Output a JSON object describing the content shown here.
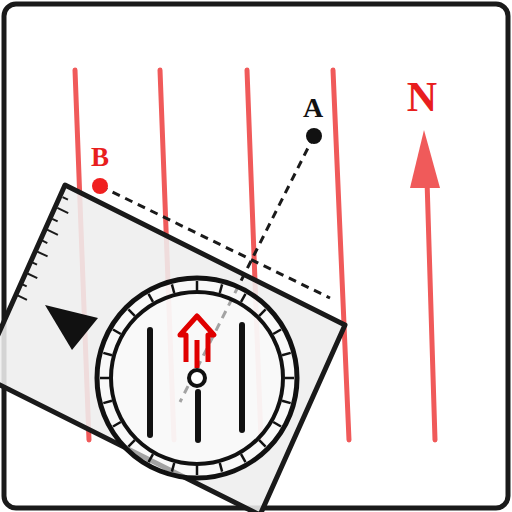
{
  "diagram": {
    "labels": [
      "B",
      "A",
      "N"
    ]
  }
}
